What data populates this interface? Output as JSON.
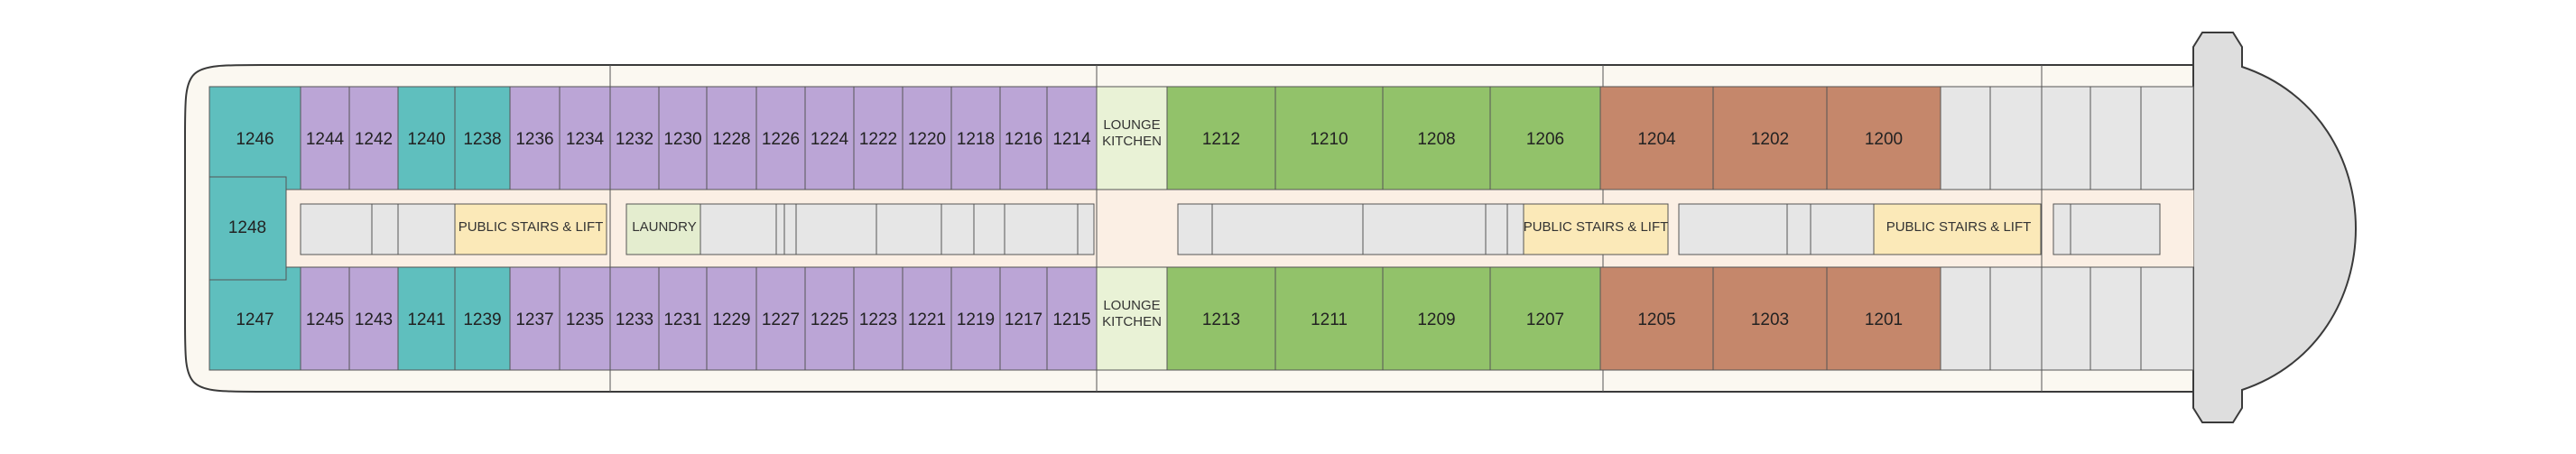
{
  "deck_plan": {
    "colors": {
      "background": "#ffffff",
      "hull_fill": "#fbf8f1",
      "hull_stroke": "#3a3a3a",
      "corridor": "#fbefe4",
      "teal": "#5fbfbe",
      "purple": "#bba5d6",
      "green": "#92c26a",
      "brown": "#c5876b",
      "service": "#e6e6e6",
      "lounge": "#e9f2d6",
      "stairs": "#fbe9b8",
      "laundry": "#e4edcf",
      "bow": "#dedede"
    },
    "top_row": {
      "cabins": [
        {
          "number": "1246",
          "category": "teal"
        },
        {
          "number": "1244",
          "category": "purple"
        },
        {
          "number": "1242",
          "category": "purple"
        },
        {
          "number": "1240",
          "category": "teal"
        },
        {
          "number": "1238",
          "category": "teal"
        },
        {
          "number": "1236",
          "category": "purple"
        },
        {
          "number": "1234",
          "category": "purple"
        },
        {
          "number": "1232",
          "category": "purple"
        },
        {
          "number": "1230",
          "category": "purple"
        },
        {
          "number": "1228",
          "category": "purple"
        },
        {
          "number": "1226",
          "category": "purple"
        },
        {
          "number": "1224",
          "category": "purple"
        },
        {
          "number": "1222",
          "category": "purple"
        },
        {
          "number": "1220",
          "category": "purple"
        },
        {
          "number": "1218",
          "category": "purple"
        },
        {
          "number": "1216",
          "category": "purple"
        },
        {
          "number": "1214",
          "category": "purple"
        },
        {
          "number": "1212",
          "category": "green"
        },
        {
          "number": "1210",
          "category": "green"
        },
        {
          "number": "1208",
          "category": "green"
        },
        {
          "number": "1206",
          "category": "green"
        },
        {
          "number": "1204",
          "category": "brown"
        },
        {
          "number": "1202",
          "category": "brown"
        },
        {
          "number": "1200",
          "category": "brown"
        }
      ],
      "lounge_line1": "LOUNGE",
      "lounge_line2": "KITCHEN"
    },
    "bottom_row": {
      "cabins": [
        {
          "number": "1247",
          "category": "teal"
        },
        {
          "number": "1245",
          "category": "purple"
        },
        {
          "number": "1243",
          "category": "purple"
        },
        {
          "number": "1241",
          "category": "teal"
        },
        {
          "number": "1239",
          "category": "teal"
        },
        {
          "number": "1237",
          "category": "purple"
        },
        {
          "number": "1235",
          "category": "purple"
        },
        {
          "number": "1233",
          "category": "purple"
        },
        {
          "number": "1231",
          "category": "purple"
        },
        {
          "number": "1229",
          "category": "purple"
        },
        {
          "number": "1227",
          "category": "purple"
        },
        {
          "number": "1225",
          "category": "purple"
        },
        {
          "number": "1223",
          "category": "purple"
        },
        {
          "number": "1221",
          "category": "purple"
        },
        {
          "number": "1219",
          "category": "purple"
        },
        {
          "number": "1217",
          "category": "purple"
        },
        {
          "number": "1215",
          "category": "purple"
        },
        {
          "number": "1213",
          "category": "green"
        },
        {
          "number": "1211",
          "category": "green"
        },
        {
          "number": "1209",
          "category": "green"
        },
        {
          "number": "1207",
          "category": "green"
        },
        {
          "number": "1205",
          "category": "brown"
        },
        {
          "number": "1203",
          "category": "brown"
        },
        {
          "number": "1201",
          "category": "brown"
        }
      ],
      "lounge_line1": "LOUNGE",
      "lounge_line2": "KITCHEN"
    },
    "center_cabin": {
      "number": "1248",
      "category": "teal"
    },
    "labels": {
      "stairs_1": "PUBLIC STAIRS & LIFT",
      "laundry": "LAUNDRY",
      "stairs_2": "PUBLIC STAIRS & LIFT",
      "stairs_3": "PUBLIC STAIRS & LIFT"
    }
  }
}
